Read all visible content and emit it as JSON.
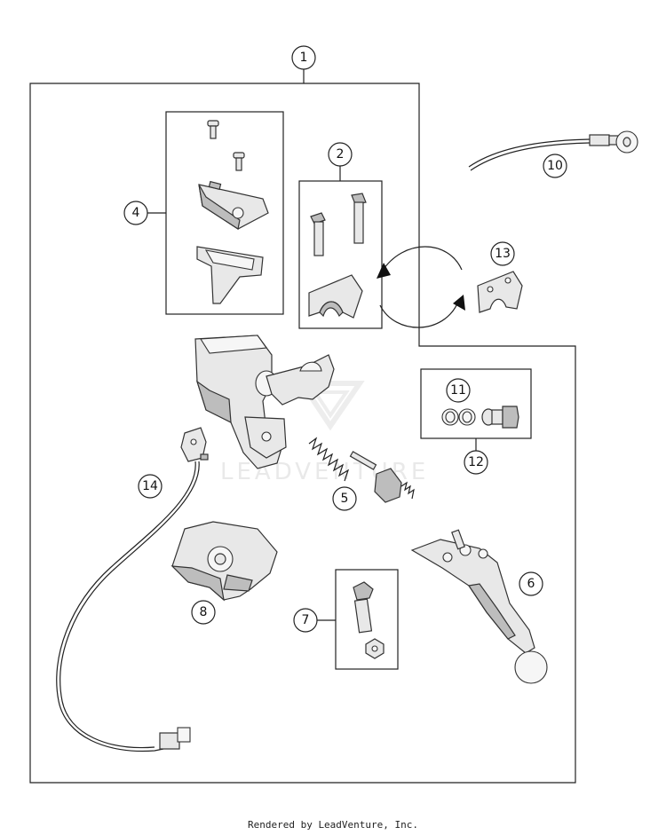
{
  "callouts": [
    {
      "id": "1",
      "label": "1"
    },
    {
      "id": "2",
      "label": "2"
    },
    {
      "id": "4",
      "label": "4"
    },
    {
      "id": "5",
      "label": "5"
    },
    {
      "id": "6",
      "label": "6"
    },
    {
      "id": "7",
      "label": "7"
    },
    {
      "id": "8",
      "label": "8"
    },
    {
      "id": "10",
      "label": "10"
    },
    {
      "id": "11",
      "label": "11"
    },
    {
      "id": "12",
      "label": "12"
    },
    {
      "id": "13",
      "label": "13"
    },
    {
      "id": "14",
      "label": "14"
    }
  ],
  "watermark": {
    "text": "LEADVENTURE"
  },
  "footer": {
    "text": "Rendered by LeadVenture, Inc."
  },
  "colors": {
    "line": "#222222",
    "part_fill": "#e8e8e8",
    "part_shade": "#bdbdbd",
    "watermark": "#e9e9e9"
  }
}
